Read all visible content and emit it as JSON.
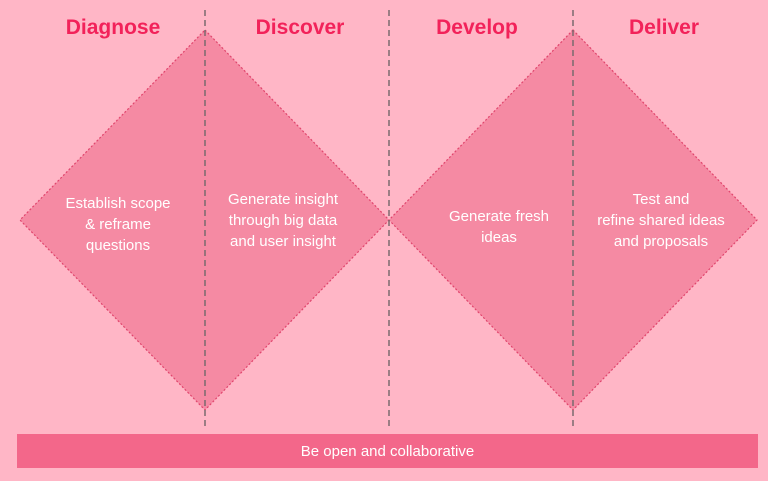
{
  "phases": [
    {
      "title": "Diagnose",
      "text": "Establish scope\n& reframe\nquestions"
    },
    {
      "title": "Discover",
      "text": "Generate insight\nthrough big data\nand user insight"
    },
    {
      "title": "Develop",
      "text": "Generate fresh\nideas"
    },
    {
      "title": "Deliver",
      "text": "Test and\nrefine shared ideas\nand proposals"
    }
  ],
  "footer": {
    "label": "Be open and collaborative"
  },
  "colors": {
    "background": "#FFB6C6",
    "diamond_fill": "#F58AA3",
    "title": "#F2225A",
    "bar": "#F3678A",
    "divider": "#7A6A6E"
  }
}
